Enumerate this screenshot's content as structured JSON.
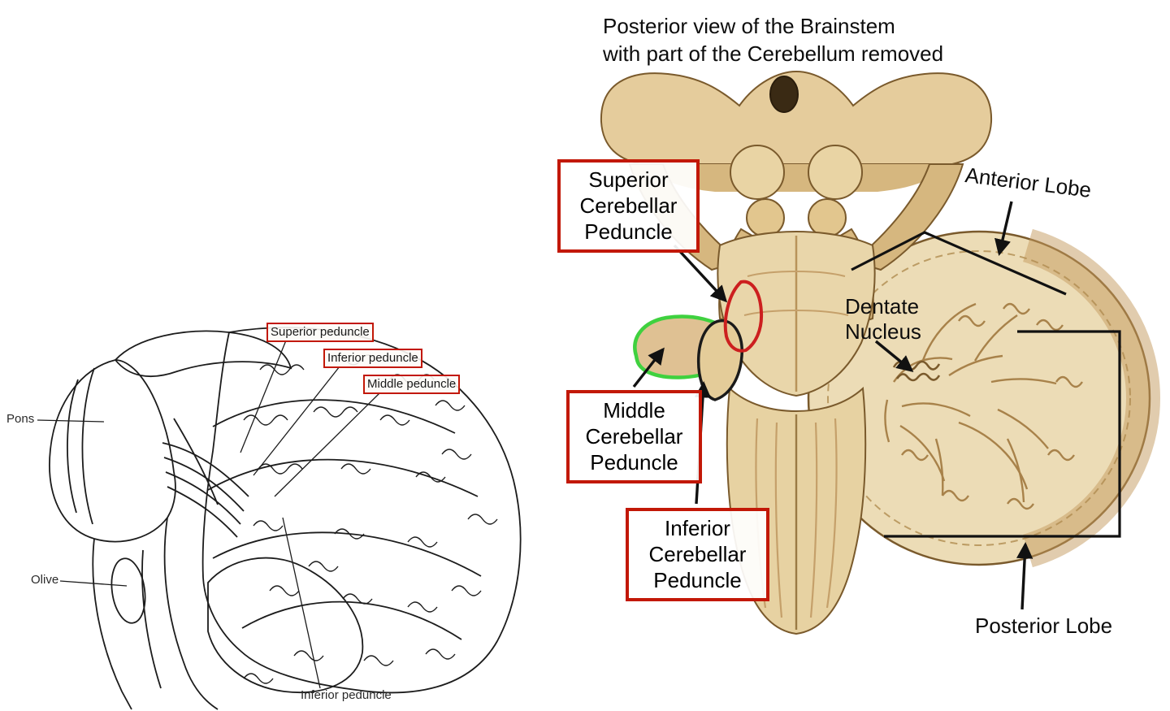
{
  "right_panel": {
    "title": "Posterior view of the Brainstem\nwith part of the Cerebellum removed",
    "labels": {
      "superior_peduncle": "Superior\nCerebellar\nPeduncle",
      "middle_peduncle": "Middle\nCerebellar\nPeduncle",
      "inferior_peduncle": "Inferior\nCerebellar\nPeduncle",
      "anterior_lobe": "Anterior Lobe",
      "dentate_nucleus": "Dentate\nNucleus",
      "posterior_lobe": "Posterior Lobe"
    },
    "highlight_colors": {
      "superior_outline": "#cc1f1f",
      "middle_outline": "#3fd13f",
      "inferior_outline": "#1a1a1a",
      "label_box_border": "#c21807"
    }
  },
  "left_panel": {
    "labels": {
      "superior_peduncle": "Superior peduncle",
      "inferior_peduncle": "Inferior peduncle",
      "middle_peduncle": "Middle peduncle",
      "pons": "Pons",
      "olive": "Olive",
      "inferior_peduncle_lower": "Inferior peduncle"
    },
    "label_box_border": "#c21807"
  }
}
